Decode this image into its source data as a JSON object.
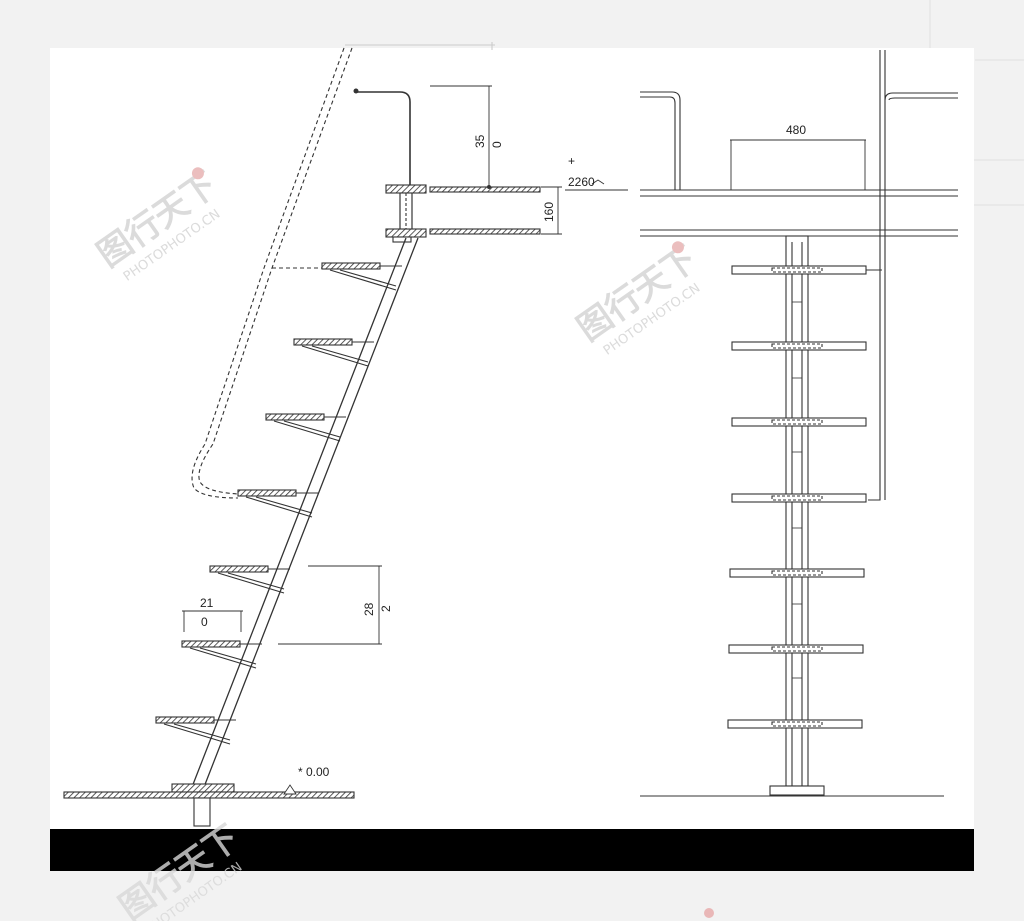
{
  "drawing": {
    "side_view": {
      "top_dim_a": "35",
      "top_dim_b": "0",
      "level_plus": "+",
      "level_value": "2260",
      "platform_dim": "160",
      "riser_dim_a": "28",
      "riser_dim_b": "2",
      "tread_dim_a": "21",
      "tread_dim_b": "0",
      "ground_level": "* 0.00"
    },
    "front_view": {
      "width_dim": "480"
    }
  },
  "watermark": {
    "logo_text": "图行天下",
    "site_text": "PHOTOPHOTO.CN"
  },
  "colors": {
    "background": "#f2f2f2",
    "paper": "#ffffff",
    "line": "#333333",
    "bottom_bar": "#000000",
    "watermark": "#d8d8d8",
    "watermark_red": "#e9b7b7"
  }
}
